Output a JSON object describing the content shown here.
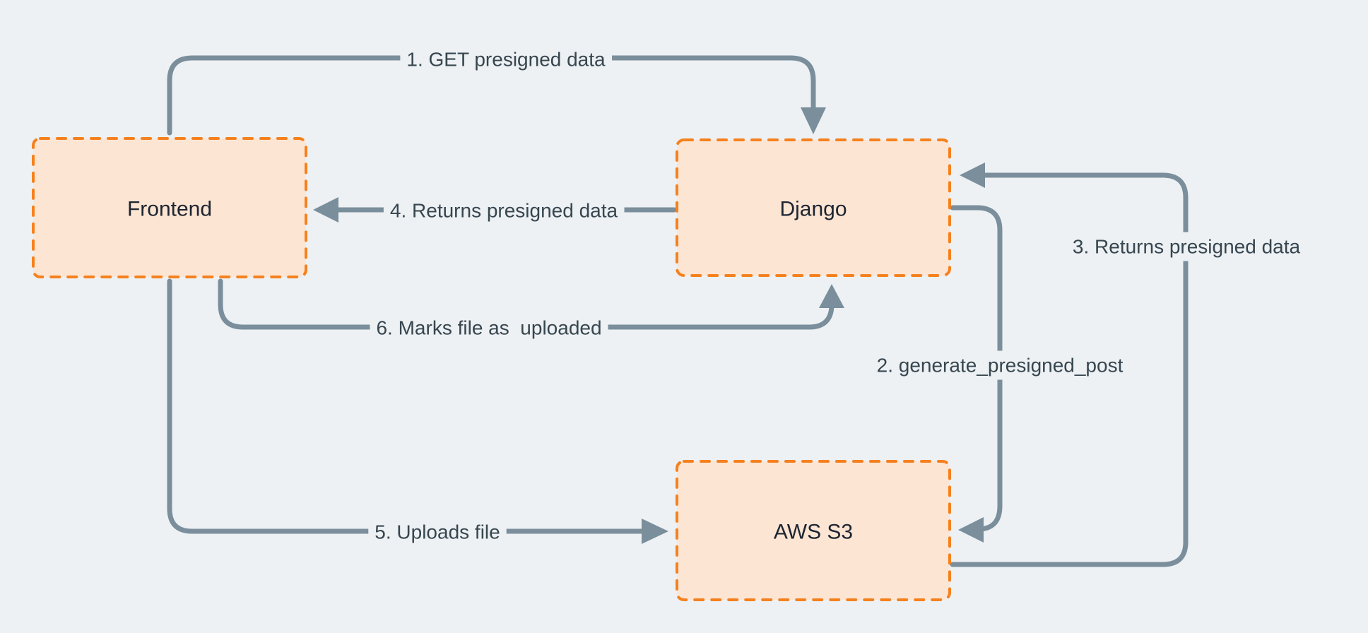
{
  "diagram": {
    "nodes": [
      {
        "id": "frontend",
        "label": "Frontend"
      },
      {
        "id": "django",
        "label": "Django"
      },
      {
        "id": "aws_s3",
        "label": "AWS S3"
      }
    ],
    "edges": [
      {
        "step": 1,
        "label": "1. GET presigned data",
        "from": "frontend",
        "to": "django"
      },
      {
        "step": 2,
        "label": "2. generate_presigned_post",
        "from": "django",
        "to": "aws_s3"
      },
      {
        "step": 3,
        "label": "3. Returns presigned data",
        "from": "aws_s3",
        "to": "django"
      },
      {
        "step": 4,
        "label": "4. Returns presigned data",
        "from": "django",
        "to": "frontend"
      },
      {
        "step": 5,
        "label": "5. Uploads file",
        "from": "frontend",
        "to": "aws_s3"
      },
      {
        "step": 6,
        "label": "6. Marks file as  uploaded",
        "from": "frontend",
        "to": "django"
      }
    ],
    "colors": {
      "background": "#edf1f4",
      "node_fill": "#fde5d3",
      "node_border": "#f5811e",
      "arrow": "#7a8e9b",
      "edge_label_text": "#37464f",
      "node_label_text": "#1c2531"
    }
  }
}
